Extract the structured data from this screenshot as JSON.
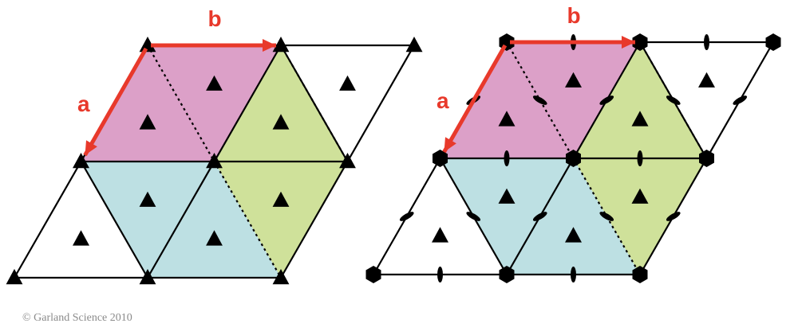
{
  "colors": {
    "pink": "#dca0c8",
    "green": "#cfe19a",
    "blue": "#bde0e3",
    "arrow": "#e8392b",
    "line": "#000000",
    "background": "#ffffff"
  },
  "panels": [
    {
      "vector_a_label": "a",
      "vector_b_label": "b",
      "symbols": "triangle-threefold"
    },
    {
      "vector_a_label": "a",
      "vector_b_label": "b",
      "symbols": "hexagon-sixfold-and-lens-twofold"
    }
  ],
  "copyright": "© Garland Science 2010"
}
